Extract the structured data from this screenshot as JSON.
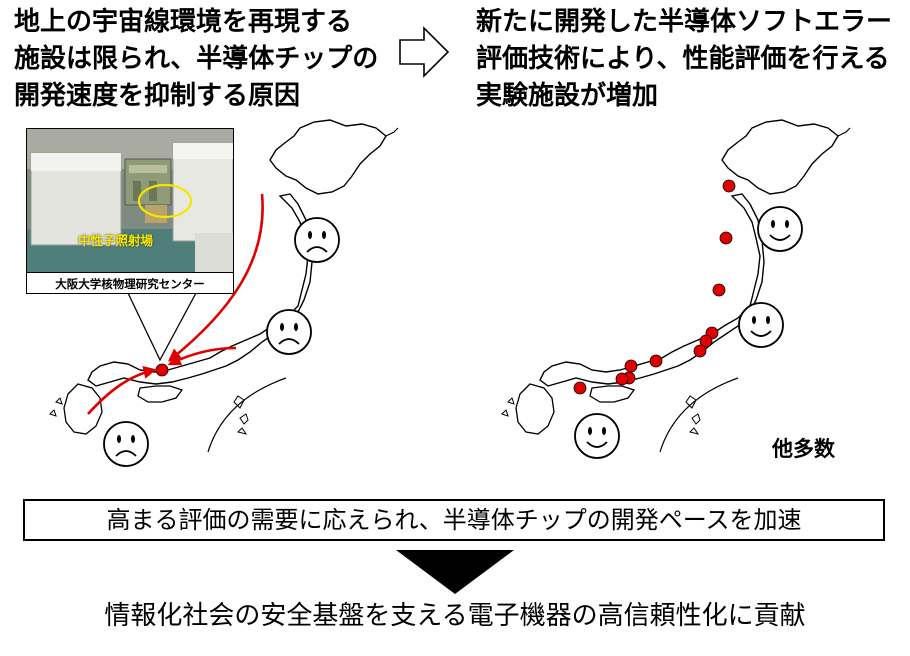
{
  "left_panel": {
    "headline_lines": [
      "地上の宇宙線環境を再現する",
      "施設は限られ、半導体チップの",
      "開発速度を抑制する原因"
    ],
    "photo_facility_label": "中性子照射場",
    "photo_caption": "大阪大学核物理研究センター",
    "face_icon": "sad-face-icon"
  },
  "right_panel": {
    "headline_lines": [
      "新たに開発した半導体ソフトエラー",
      "評価技術により、性能評価を行える",
      "実験施設が増加"
    ],
    "others_label": "他多数",
    "face_icon": "smiley-face-icon"
  },
  "result_text": "高まる評価の需要に応えられ、半導体チップの開発ペースを加速",
  "conclusion_text": "情報化社会の安全基盤を支える電子機器の高信頼性化に貢献",
  "colors": {
    "marker": "#e00000",
    "arrow": "#e00000",
    "facility_label": "#f5e600"
  }
}
